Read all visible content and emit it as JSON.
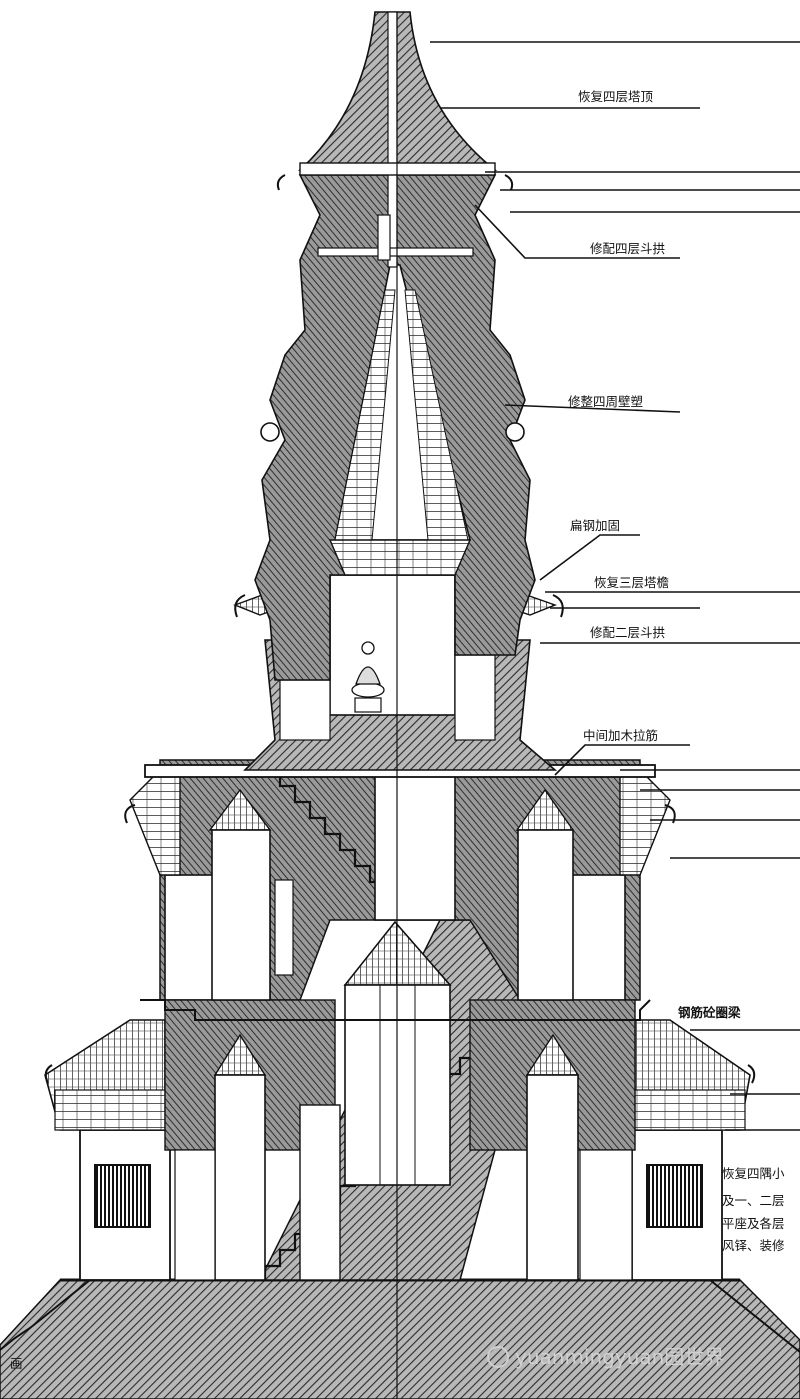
{
  "figure": {
    "colors": {
      "ink": "#1a1a1a",
      "hatch": "#2b2b2b",
      "paper": "#ffffff",
      "wall": "#e9e9e9",
      "watermark": "#cfcfcf"
    },
    "labels": [
      "恢复四层塔顶",
      "修配四层斗拱",
      "修整四周壁塑",
      "扁钢加固",
      "恢复三层塔檐",
      "修配二层斗拱",
      "中间加木拉筋",
      "钢筋砼圈梁"
    ],
    "side_note": [
      "恢复四隅小",
      "及一、二层",
      "平座及各层",
      "风铎、装修"
    ],
    "watermark": "yuanmingyuan园世界",
    "corner_text": "画"
  }
}
